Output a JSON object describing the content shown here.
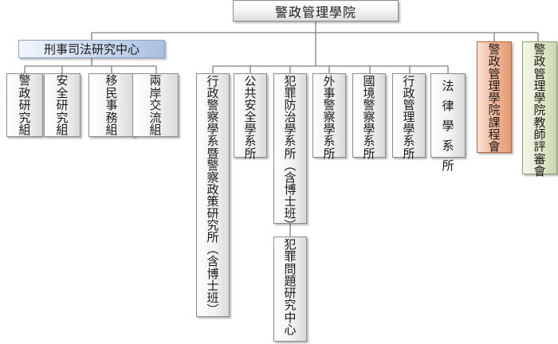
{
  "root": {
    "label": "警政管理學院"
  },
  "crime_center": {
    "label": "刑事司法研究中心",
    "units": [
      {
        "label": "警政研究組"
      },
      {
        "label": "安全研究組"
      },
      {
        "label": "移民事務組"
      },
      {
        "label": "兩岸交流組"
      }
    ]
  },
  "departments": [
    {
      "label": "行政警察學系暨警察政策研究所︵含博士班︶"
    },
    {
      "label": "公共安全學系所"
    },
    {
      "label": "犯罪防治學系所︵含博士班︶"
    },
    {
      "label": "外事警察學系所"
    },
    {
      "label": "國境警察學系所"
    },
    {
      "label": "行政管理學系所"
    },
    {
      "label": "法律學系所"
    }
  ],
  "crime_problem_center": {
    "label": "犯罪問題研究中心"
  },
  "committees": [
    {
      "label": "警政管理學院課程會",
      "color": "#f0b495"
    },
    {
      "label": "警政管理學院教師評審會",
      "color": "#e1e9cc"
    }
  ]
}
